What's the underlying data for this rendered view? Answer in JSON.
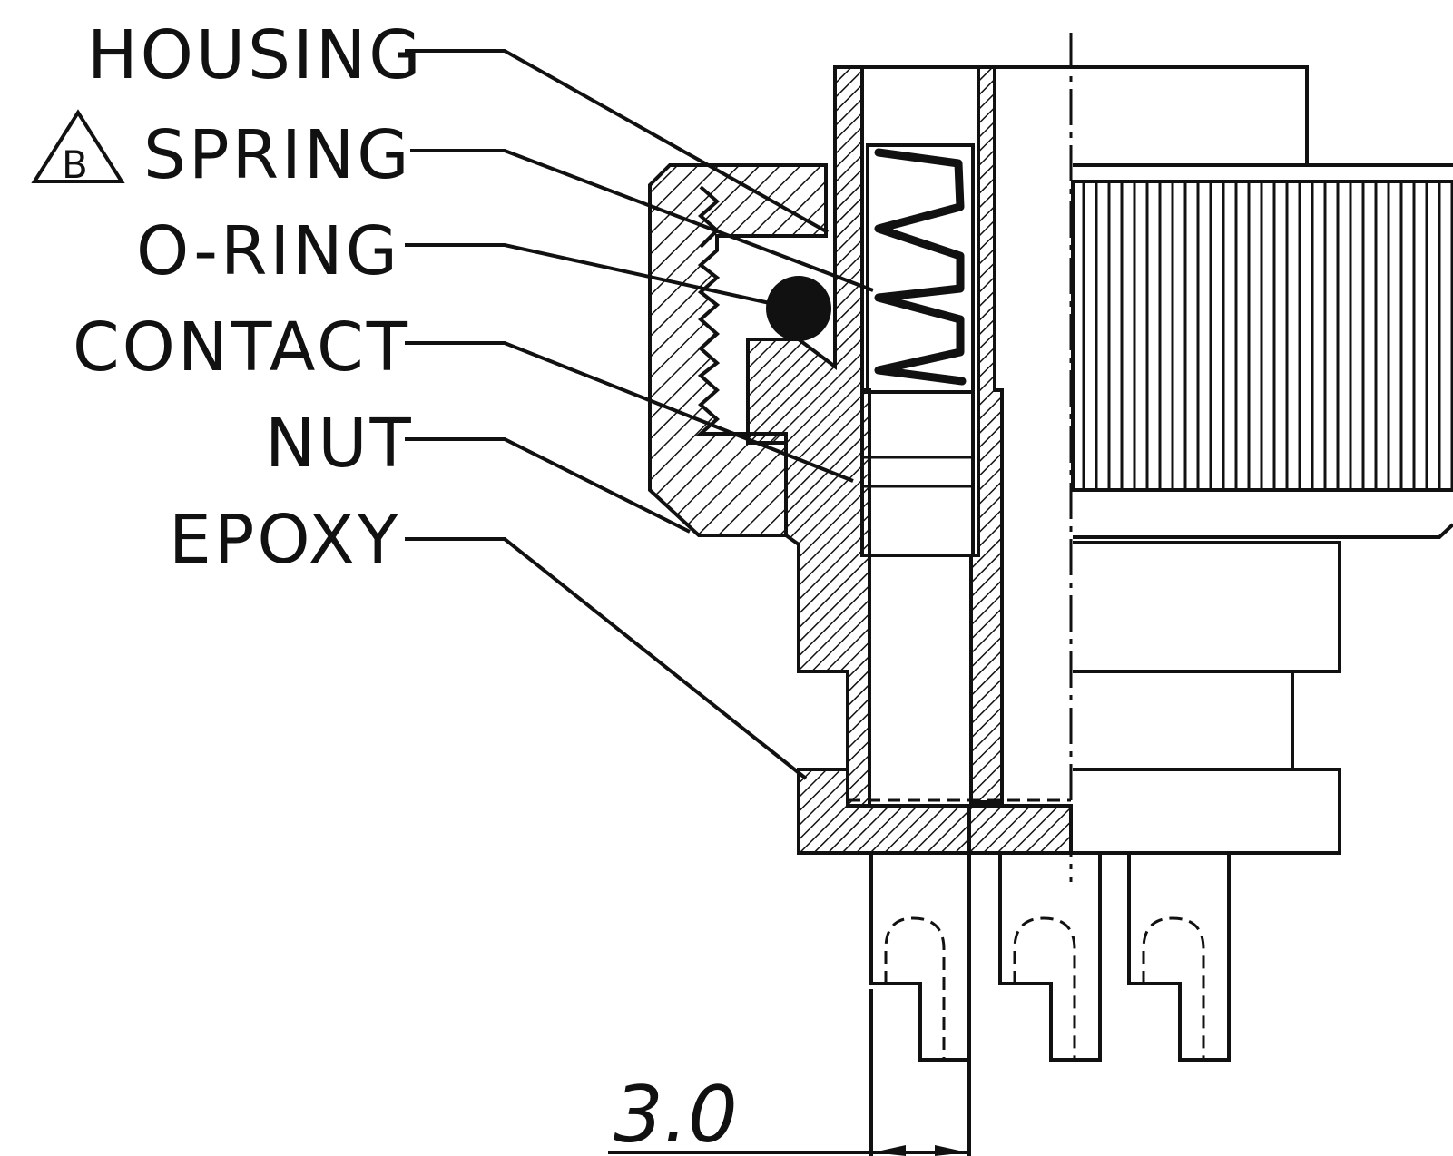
{
  "labels": {
    "housing": "HOUSING",
    "spring": "SPRING",
    "spring_revision": "B",
    "o_ring": "O-RING",
    "contact": "CONTACT",
    "nut": "NUT",
    "epoxy": "EPOXY"
  },
  "dimension": {
    "value": "3.0"
  },
  "colors": {
    "ink": "#111111",
    "background": "#ffffff"
  }
}
